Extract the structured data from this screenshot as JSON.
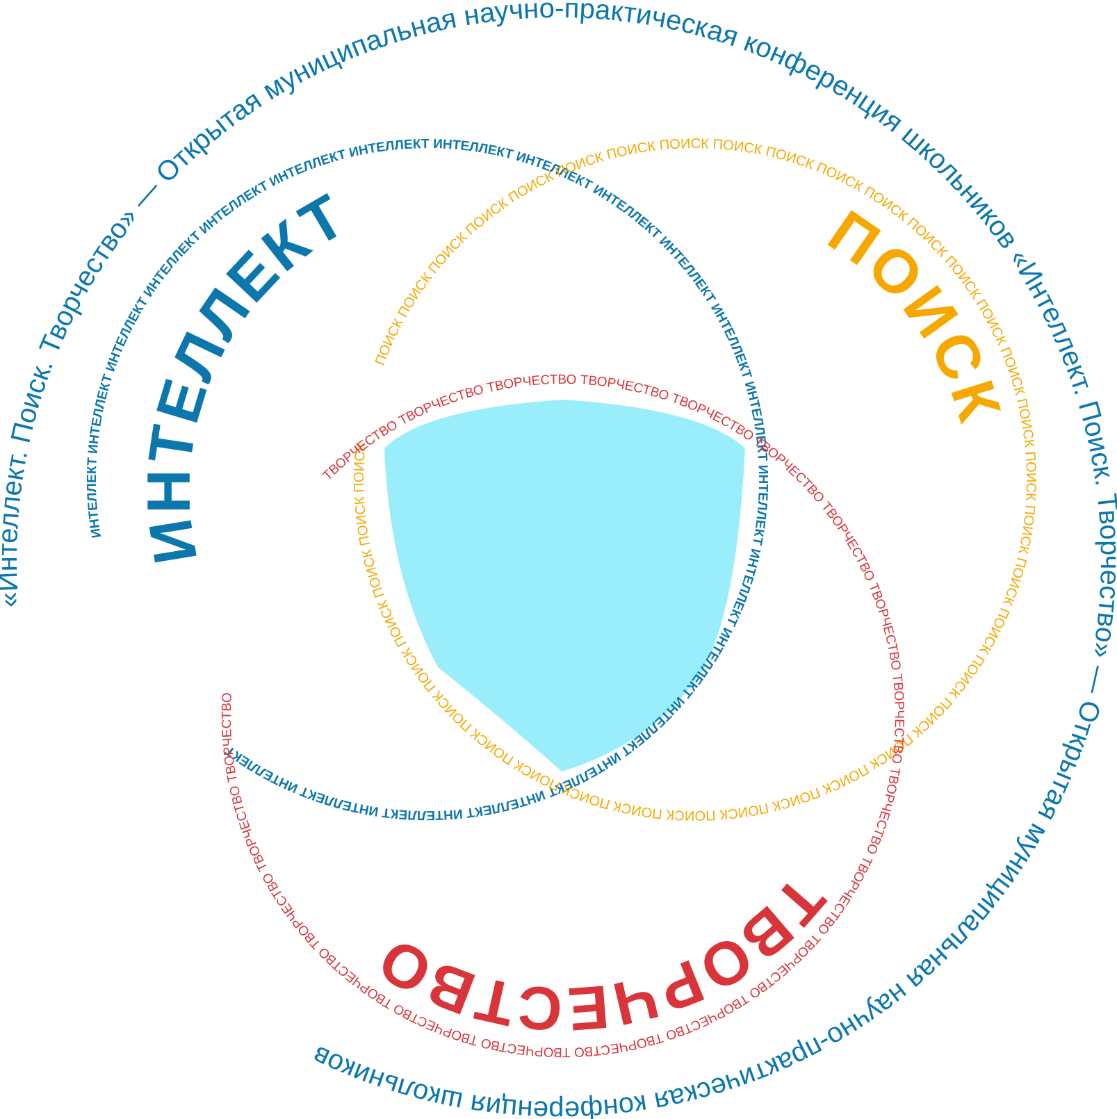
{
  "outer_ring": {
    "text": "«Интеллект. Поиск. Творчество» — Открытая муниципальная научно-практическая конференция школьников «Интеллект. Поиск. Творчество» — Открытая муниципальная научно-практическая конференция школьников",
    "color": "#0b77ad"
  },
  "intellect": {
    "word": "ИНТЕЛЛЕКТ",
    "ring_text": "ИНТЕЛЛЕКТ ИНТЕЛЛЕКТ ИНТЕЛЛЕКТ ИНТЕЛЛЕКТ ИНТЕЛЛЕКТ ИНТЕЛЛЕКТ ИНТЕЛЛЕКТ ИНТЕЛЛЕКТ ИНТЕЛЛЕКТ ИНТЕЛЛЕКТ ИНТЕЛЛЕКТ ИНТЕЛЛЕКТ ИНТЕЛЛЕКТ ИНТЕЛЛЕКТ ИНТЕЛЛЕКТ ИНТЕЛЛЕКТ ИНТЕЛЛЕКТ ИНТЕЛЛЕКТ ИНТЕЛЛЕКТ ИНТЕЛЛЕКТ ИНТЕЛЛЕКТ ИНТЕЛЛЕКТ",
    "color": "#0b77ad"
  },
  "search": {
    "word": "ПОИСК",
    "ring_text": "ПОИСК ПОИСК ПОИСК ПОИСК ПОИСК ПОИСК ПОИСК ПОИСК ПОИСК ПОИСК ПОИСК ПОИСК ПОИСК ПОИСК ПОИСК ПОИСК ПОИСК ПОИСК ПОИСК ПОИСК ПОИСК ПОИСК ПОИСК ПОИСК ПОИСК ПОИСК ПОИСК ПОИСК ПОИСК ПОИСК ПОИСК ПОИСК ПОИСК ПОИСК ПОИСК ПОИСК ПОИСК ПОИСК",
    "color": "#f7a800"
  },
  "creativity": {
    "word": "ТВОРЧЕСТВО",
    "ring_text": "ТВОРЧЕСТВО ТВОРЧЕСТВО ТВОРЧЕСТВО ТВОРЧЕСТВО ТВОРЧЕСТВО ТВОРЧЕСТВО ТВОРЧЕСТВО ТВОРЧЕСТВО ТВОРЧЕСТВО ТВОРЧЕСТВО ТВОРЧЕСТВО ТВОРЧЕСТВО ТВОРЧЕСТВО ТВОРЧЕСТВО ТВОРЧЕСТВО ТВОРЧЕСТВО ТВОРЧЕСТВО ТВОРЧЕСТВО ТВОРЧЕСТВО ТВОРЧЕСТВО",
    "color": "#d8343a"
  },
  "center_fill_color": "#9aeefc"
}
